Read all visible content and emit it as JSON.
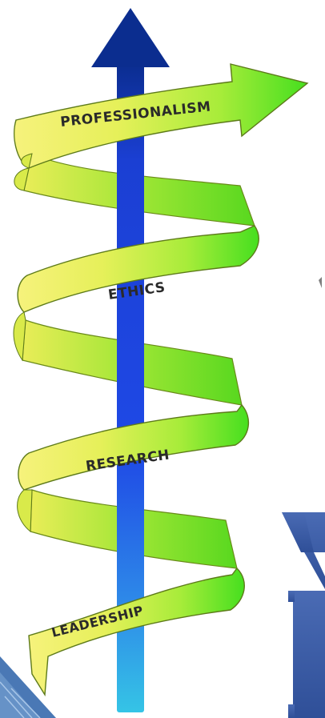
{
  "diagram": {
    "labels": {
      "professionalism": "PROFESSIONALISM",
      "ethics": "ETHICS",
      "research": "RESEARCH",
      "leadership": "LEADERSHIP"
    },
    "colors": {
      "shaft_top": "#0b2d8f",
      "shaft_mid": "#1f49e6",
      "shaft_bottom": "#35c4e6",
      "ribbon_light": "#f7f37a",
      "ribbon_mid": "#c6f048",
      "ribbon_dark": "#3fe01e",
      "ribbon_edge": "#5d7a1a",
      "brand_blue": "#3d5fa9"
    }
  }
}
